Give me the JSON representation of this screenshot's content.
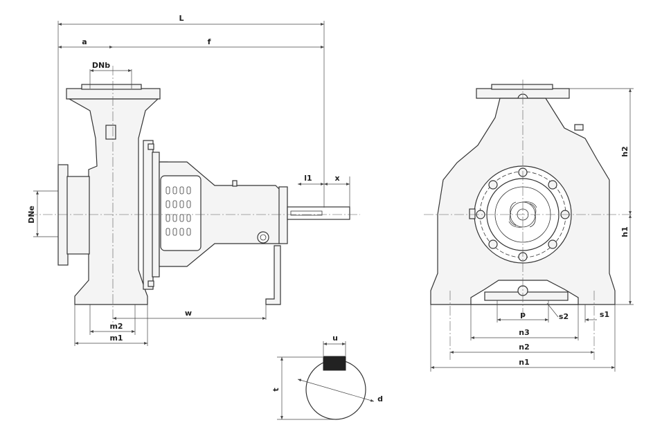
{
  "labels": {
    "L": "L",
    "a": "a",
    "f": "f",
    "DNb": "DNb",
    "DNe": "DNe",
    "l1": "l1",
    "x": "x",
    "w": "w",
    "m2": "m2",
    "m1": "m1",
    "h2": "h2",
    "h1": "h1",
    "p": "p",
    "s2": "s2",
    "s1": "s1",
    "n3": "n3",
    "n2": "n2",
    "n1": "n1",
    "u": "u",
    "t": "t",
    "d": "d"
  },
  "colors": {
    "line": "#333333",
    "fill": "#f4f4f4",
    "key": "#222222"
  }
}
